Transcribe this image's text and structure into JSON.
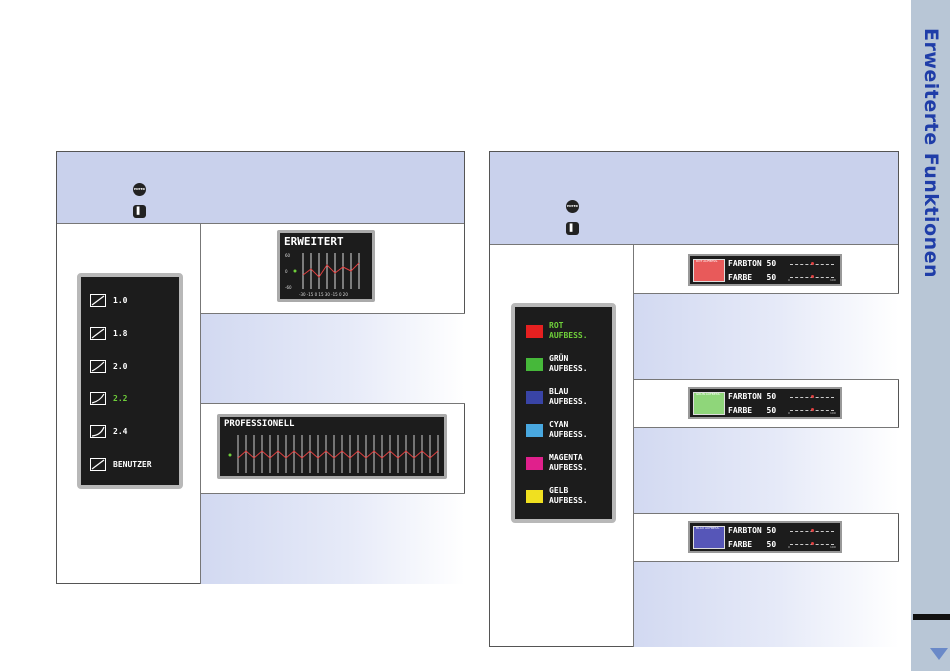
{
  "sidebar": {
    "title": "Erweiterte Funktionen",
    "color": "#1f3da8"
  },
  "keys": {
    "enter": "ENTER",
    "exit": "←▌"
  },
  "gamma_menu": {
    "items": [
      {
        "label": "1.0",
        "selected": false
      },
      {
        "label": "1.8",
        "selected": false
      },
      {
        "label": "2.0",
        "selected": false
      },
      {
        "label": "2.2",
        "selected": true
      },
      {
        "label": "2.4",
        "selected": false
      },
      {
        "label": "BENUTZER",
        "selected": false
      }
    ]
  },
  "osd_advanced": {
    "title": "ERWEITERT",
    "band_labels": "-30 -15  0  15  30 -15  0  20"
  },
  "osd_professional": {
    "title": "PROFESSIONELL"
  },
  "color_menu": {
    "items": [
      {
        "line1": "ROT",
        "line2": "AUFBESS.",
        "color": "#e62020",
        "selected": true
      },
      {
        "line1": "GRÜN",
        "line2": "AUFBESS.",
        "color": "#46b83a",
        "selected": false
      },
      {
        "line1": "BLAU",
        "line2": "AUFBESS.",
        "color": "#3944a6",
        "selected": false
      },
      {
        "line1": "CYAN",
        "line2": "AUFBESS.",
        "color": "#49a8e0",
        "selected": false
      },
      {
        "line1": "MAGENTA",
        "line2": "AUFBESS.",
        "color": "#e0208c",
        "selected": false
      },
      {
        "line1": "GELB",
        "line2": "AUFBESS.",
        "color": "#f0e020",
        "selected": false
      }
    ]
  },
  "saturation_panels": [
    {
      "small_label": "ROT AUFBESS.",
      "swatch": "#e85a5a",
      "rows": [
        {
          "label": "FARBTON",
          "value": "50"
        },
        {
          "label": "FARBE",
          "value": "50"
        }
      ]
    },
    {
      "small_label": "GRÜN AUFBESS.",
      "swatch": "#8fd67a",
      "rows": [
        {
          "label": "FARBTON",
          "value": "50"
        },
        {
          "label": "FARBE",
          "value": "50"
        }
      ]
    },
    {
      "small_label": "BLAU AUFBESS.",
      "swatch": "#5656b8",
      "rows": [
        {
          "label": "FARBTON",
          "value": "50"
        },
        {
          "label": "FARBE",
          "value": "50"
        }
      ]
    }
  ],
  "slider_ticks": {
    "min": "0",
    "max": "100"
  }
}
